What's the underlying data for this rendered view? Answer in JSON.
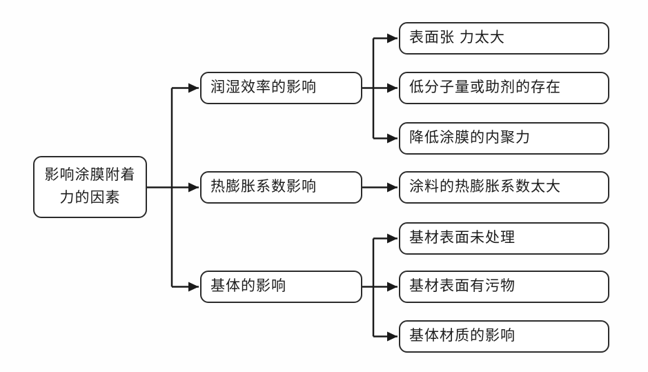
{
  "diagram": {
    "title_semantic": "factors-affecting-coating-film-adhesion-tree",
    "root": {
      "label": "影响涂膜附着力的因素"
    },
    "branches": [
      {
        "label": "润湿效率的影响",
        "children": [
          "表面张 力太大",
          "低分子量或助剂的存在",
          "降低涂膜的内聚力"
        ]
      },
      {
        "label": "热膨胀系数影响",
        "children": [
          "涂料的热膨胀系数太大"
        ]
      },
      {
        "label": "基体的影响",
        "children": [
          "基材表面未处理",
          "基材表面有污物",
          "基体材质的影响"
        ]
      }
    ],
    "colors": {
      "node_border": "#2b2b2b",
      "node_fill": "#ffffff",
      "connector": "#1a1a1a",
      "text": "#1c1c1c",
      "background": "#fefefe"
    }
  }
}
